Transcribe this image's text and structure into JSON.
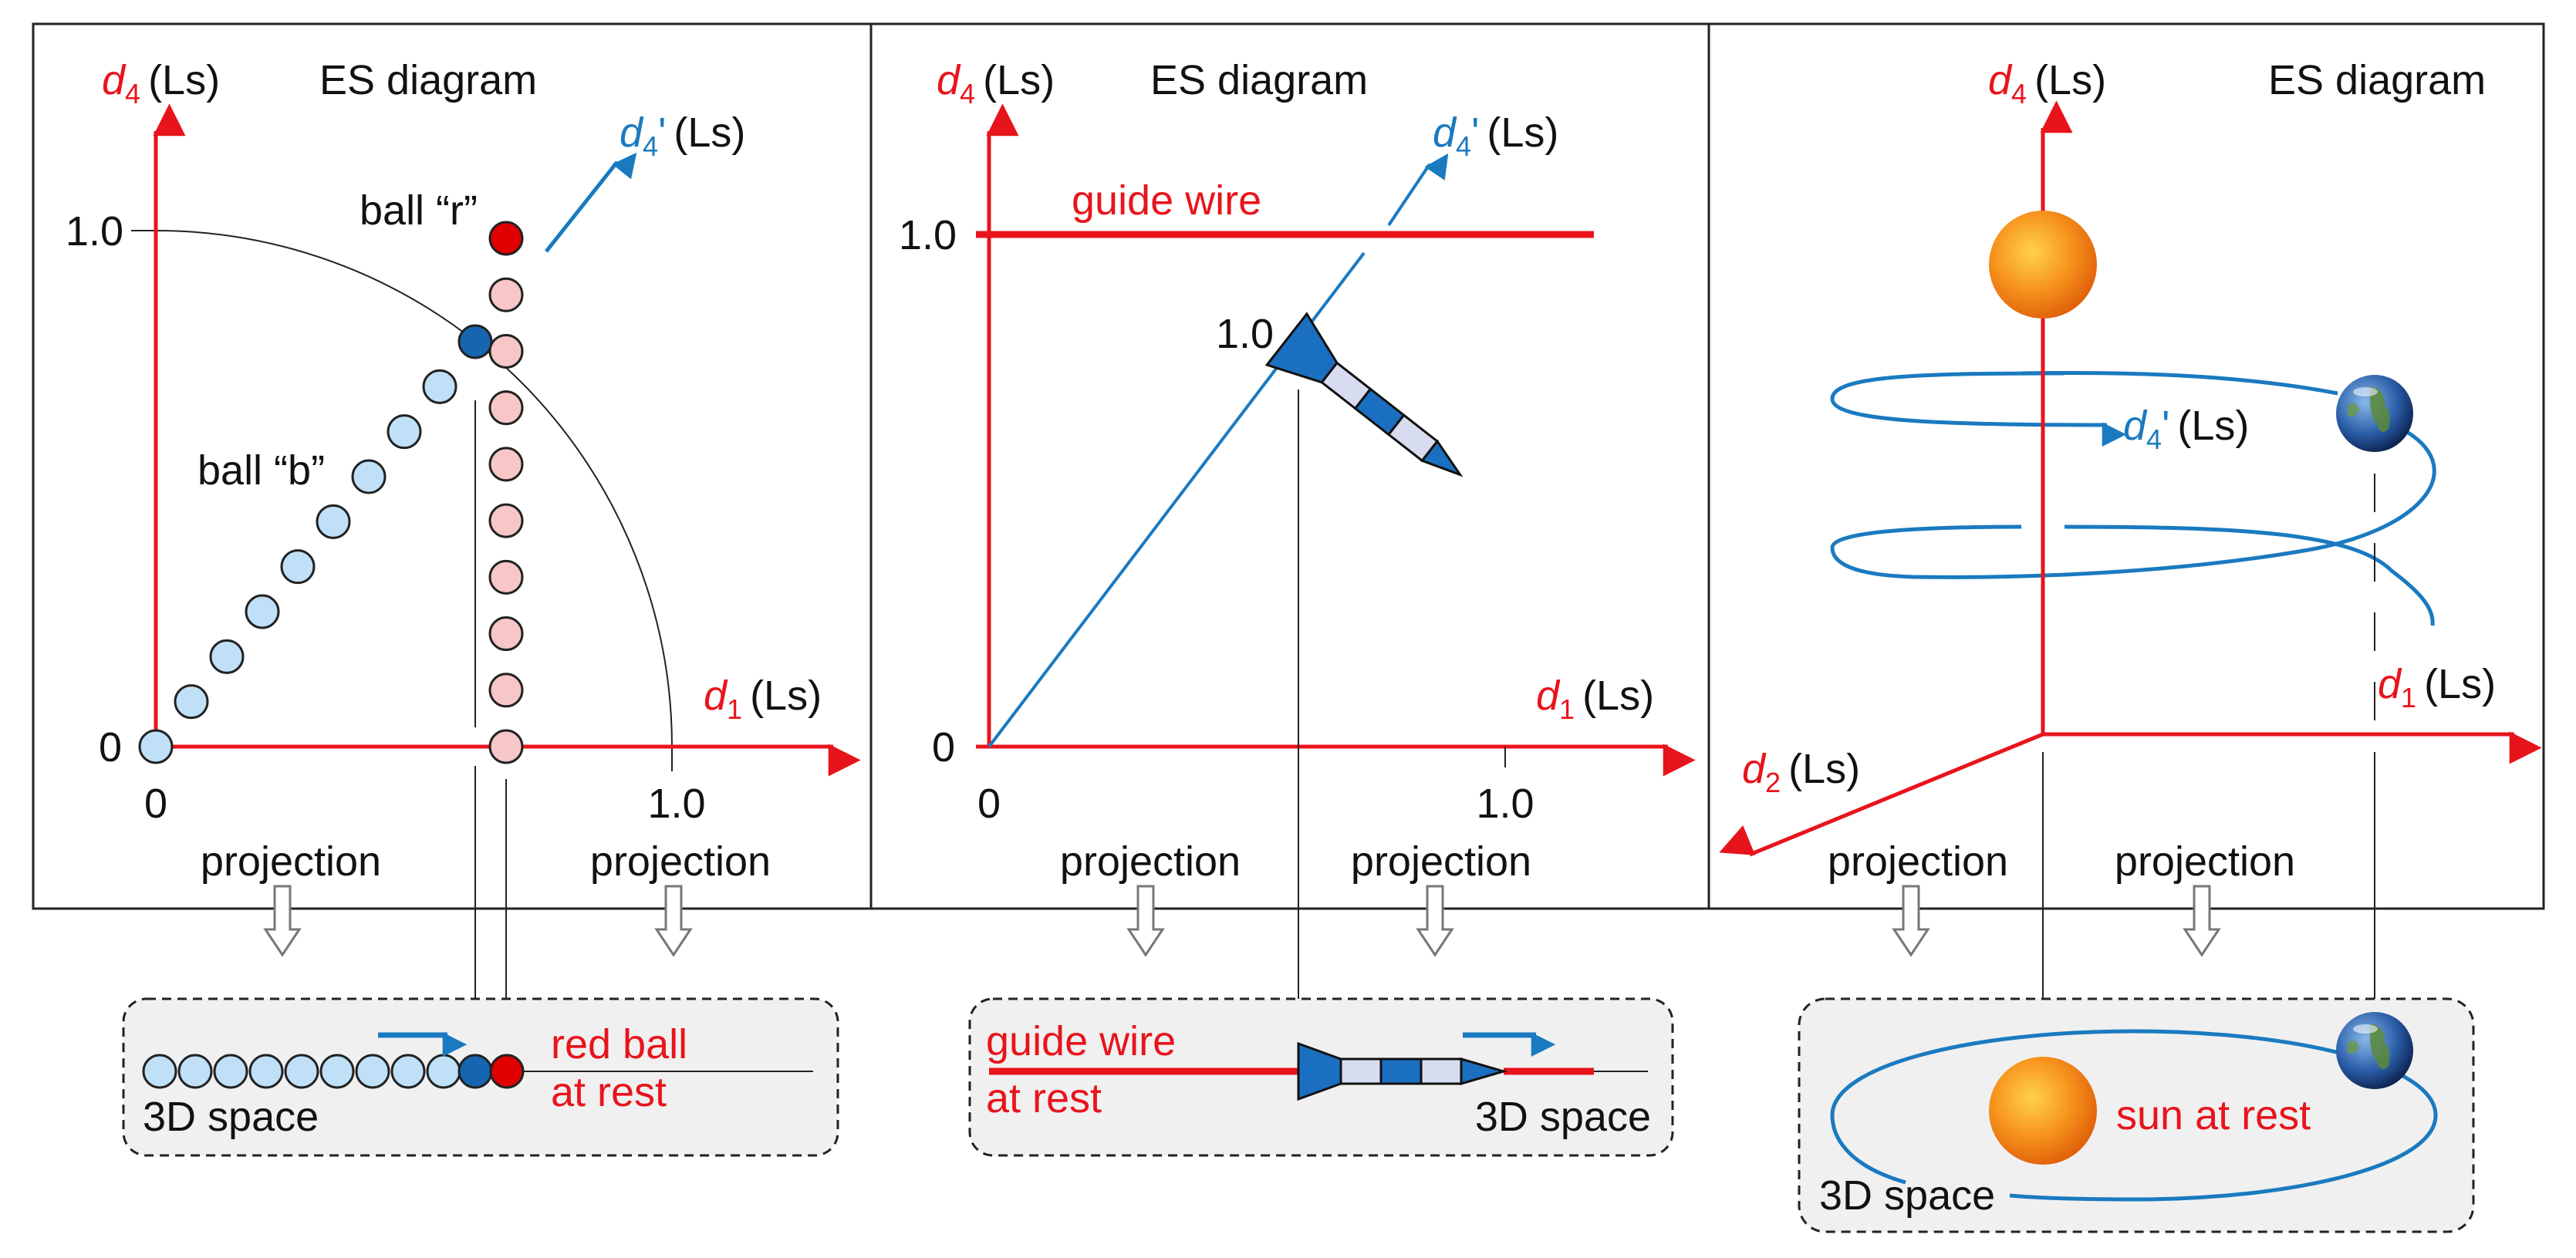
{
  "colors": {
    "axis": "#e8141c",
    "worldline": "#1a7ac0",
    "ball_b": "#bfe0f7",
    "ball_b_current": "#1565b0",
    "ball_r": "#f7c6c6",
    "ball_r_current": "#e00000",
    "space_box": "#f0f0f0"
  },
  "panels": [
    {
      "title": "ES diagram",
      "y_axis": {
        "var": "d",
        "sub": "4",
        "unit": "(Ls)"
      },
      "x_axis": {
        "var": "d",
        "sub": "1",
        "unit": "(Ls)"
      },
      "prime_axis": {
        "var": "d",
        "sub": "4",
        "prime": "'",
        "unit": "(Ls)"
      },
      "ticks": {
        "y0": "0",
        "y1": "1.0",
        "x0": "0",
        "x1": "1.0"
      },
      "labels": {
        "ball_r": "ball “r”",
        "ball_b": "ball “b”"
      },
      "projection_left": "projection",
      "projection_right": "projection",
      "space": {
        "label": "3D space",
        "note_line1": "red ball",
        "note_line2": "at rest"
      }
    },
    {
      "title": "ES diagram",
      "y_axis": {
        "var": "d",
        "sub": "4",
        "unit": "(Ls)"
      },
      "x_axis": {
        "var": "d",
        "sub": "1",
        "unit": "(Ls)"
      },
      "prime_axis": {
        "var": "d",
        "sub": "4",
        "prime": "'",
        "unit": "(Ls)"
      },
      "ticks": {
        "y0": "0",
        "y1": "1.0",
        "x0": "0",
        "x1": "1.0",
        "rocket": "1.0"
      },
      "labels": {
        "guide_wire": "guide wire"
      },
      "projection_left": "projection",
      "projection_right": "projection",
      "space": {
        "label": "3D space",
        "note_line1": "guide wire",
        "note_line2": "at rest"
      }
    },
    {
      "title": "ES diagram",
      "y_axis": {
        "var": "d",
        "sub": "4",
        "unit": "(Ls)"
      },
      "x_axis": {
        "var": "d",
        "sub": "1",
        "unit": "(Ls)"
      },
      "z_axis": {
        "var": "d",
        "sub": "2",
        "unit": "(Ls)"
      },
      "prime_axis": {
        "var": "d",
        "sub": "4",
        "prime": "'",
        "unit": "(Ls)"
      },
      "projection_left": "projection",
      "projection_right": "projection",
      "space": {
        "label": "3D space",
        "note_line1": "sun at rest"
      }
    }
  ]
}
